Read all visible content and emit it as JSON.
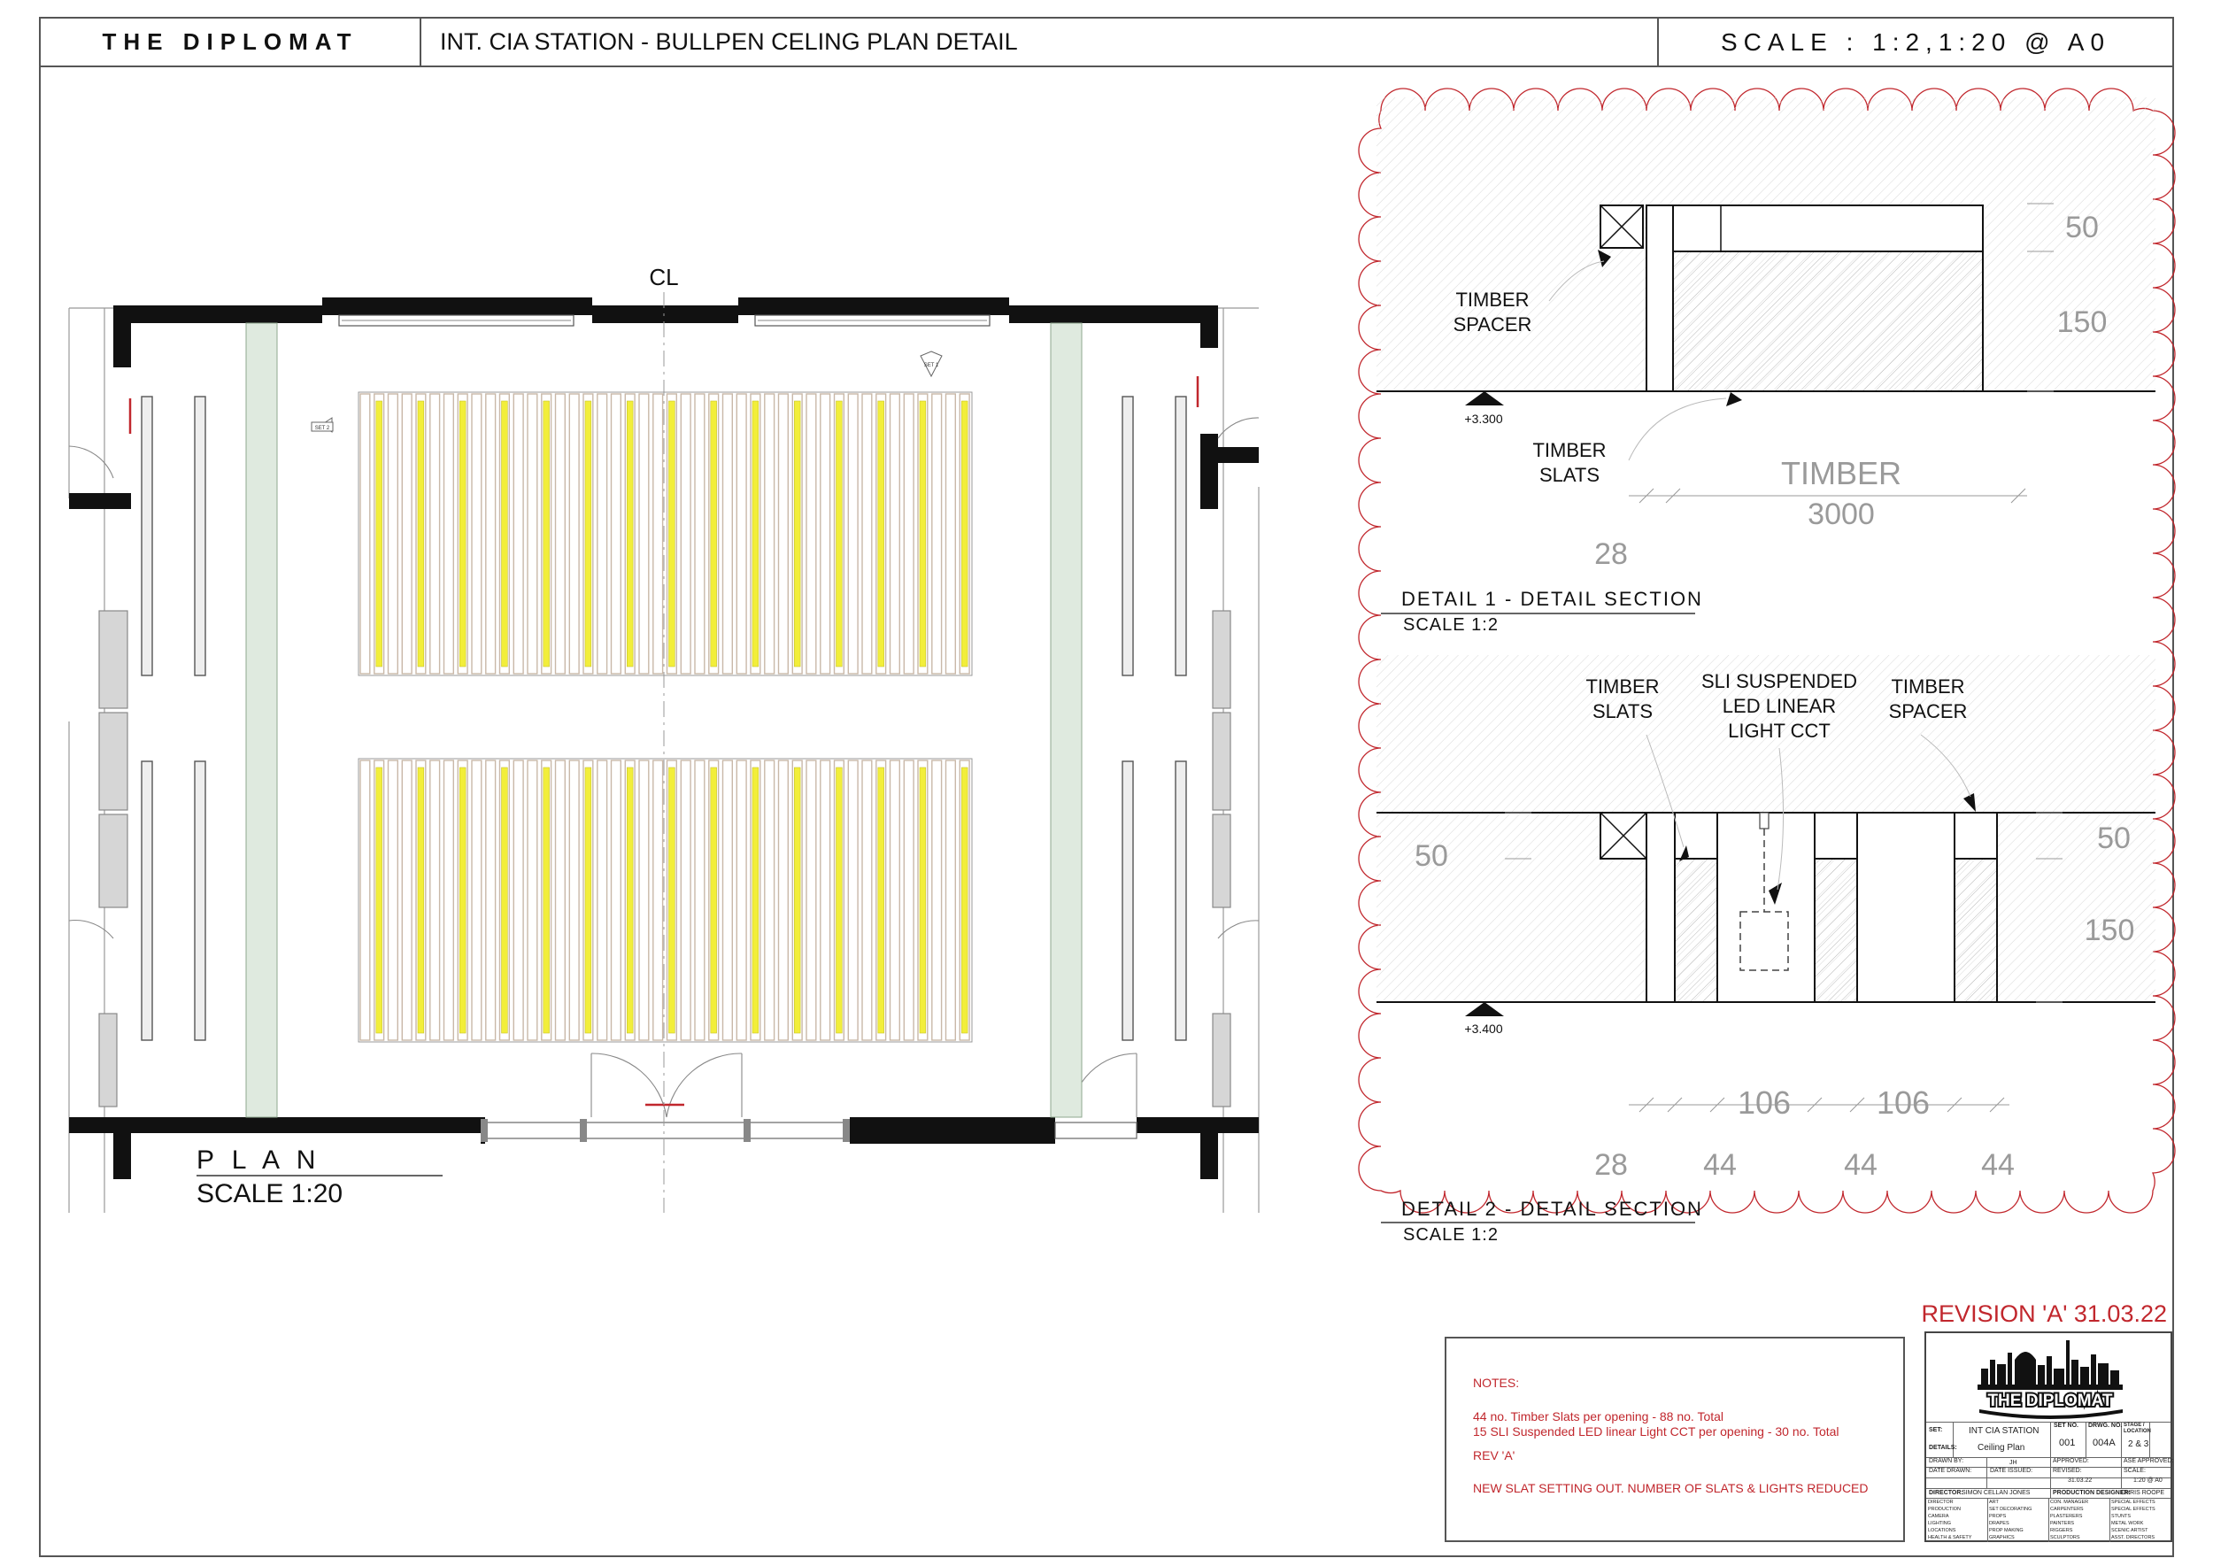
{
  "header": {
    "title": "THE DIPLOMAT",
    "drawing_title": "INT. CIA STATION - BULLPEN CELING PLAN DETAIL",
    "scale": "SCALE : 1:2,1:20 @ A0"
  },
  "plan": {
    "centerline_mark": "CL",
    "set_tag_1": "SET 1",
    "set_tag_2": "SET 2",
    "title": "P L A N",
    "scale": "SCALE 1:20"
  },
  "detail1": {
    "label_spacer": [
      "TIMBER",
      "SPACER"
    ],
    "label_slats": [
      "TIMBER",
      "SLATS"
    ],
    "level": "+3.300",
    "dim_top": "50",
    "dim_side": "150",
    "timber_label": "TIMBER",
    "timber_length": "3000",
    "dim_width": "28",
    "title": "DETAIL 1 - DETAIL SECTION",
    "scale": "SCALE 1:2"
  },
  "detail2": {
    "label_slats": [
      "TIMBER",
      "SLATS"
    ],
    "label_light": [
      "SLI SUSPENDED",
      "LED LINEAR",
      "LIGHT CCT"
    ],
    "label_spacer": [
      "TIMBER",
      "SPACER"
    ],
    "dim_left": "50",
    "dim_right_top": "50",
    "dim_right_side": "150",
    "level": "+3.400",
    "dim_gap_1": "106",
    "dim_gap_2": "106",
    "dim_28": "28",
    "dim_44_a": "44",
    "dim_44_b": "44",
    "dim_44_c": "44",
    "title": "DETAIL 2 - DETAIL SECTION",
    "scale": "SCALE 1:2"
  },
  "notes": {
    "heading": "NOTES:",
    "line1": "44 no. Timber Slats per opening - 88 no. Total",
    "line2": "15 SLI Suspended LED linear Light CCT per opening - 30 no. Total",
    "rev": "REV 'A'",
    "change": "NEW SLAT SETTING OUT. NUMBER OF SLATS & LIGHTS REDUCED"
  },
  "revision": "REVISION 'A' 31.03.22",
  "title_block": {
    "logo_text": "THE DIPLOMAT",
    "set_label": "SET:",
    "set_value": "INT CIA STATION",
    "set_no_label": "SET NO.",
    "set_no": "001",
    "drwg_no_label": "DRWG. NO.",
    "drwg_no": "004A",
    "stage_label": "STAGE / LOCATION",
    "stage": "2 & 3",
    "details_label": "DETAILS:",
    "details_value": "Ceiling Plan",
    "drawn_by_label": "DRAWN BY:",
    "drawn_by": "JH",
    "approved_label": "APPROVED:",
    "ase_label": "ASE APPROVED:",
    "date_drawn_label": "DATE DRAWN:",
    "date_issued_label": "DATE ISSUED:",
    "revised_label": "REVISED:",
    "revised": "31.03.22",
    "scale_label": "SCALE:",
    "scale": "1:20 @ A0",
    "director_label": "DIRECTOR:",
    "director": "SIMON CELLAN JONES",
    "designer_label": "PRODUCTION DESIGNER:",
    "designer": "CHRIS ROOPE",
    "dist": [
      "DIRECTOR",
      "ART",
      "CON. MANAGER",
      "SPECIAL EFFECTS",
      "PRODUCTION",
      "SET DECORATING",
      "CARPENTERS",
      "SPECIAL EFFECTS",
      "CAMERA",
      "PROPS",
      "PLASTERERS",
      "STUNTS",
      "LIGHTING",
      "DRAPES",
      "PAINTERS",
      "METAL WORK",
      "LOCATIONS",
      "PROP MAKING",
      "RIGGERS",
      "SCENIC ARTIST",
      "HEALTH & SAFETY",
      "GRAPHICS",
      "SCULPTORS",
      "ASST. DIRECTORS"
    ]
  },
  "colors": {
    "line": "#111111",
    "hatch": "#8a8a8a",
    "light": "#f2ee3a",
    "slat": "#c9b8a8",
    "green": "#dfeadf",
    "cloud": "#c1272d",
    "revision": "#c1272d",
    "dim": "#9a9a9a"
  }
}
